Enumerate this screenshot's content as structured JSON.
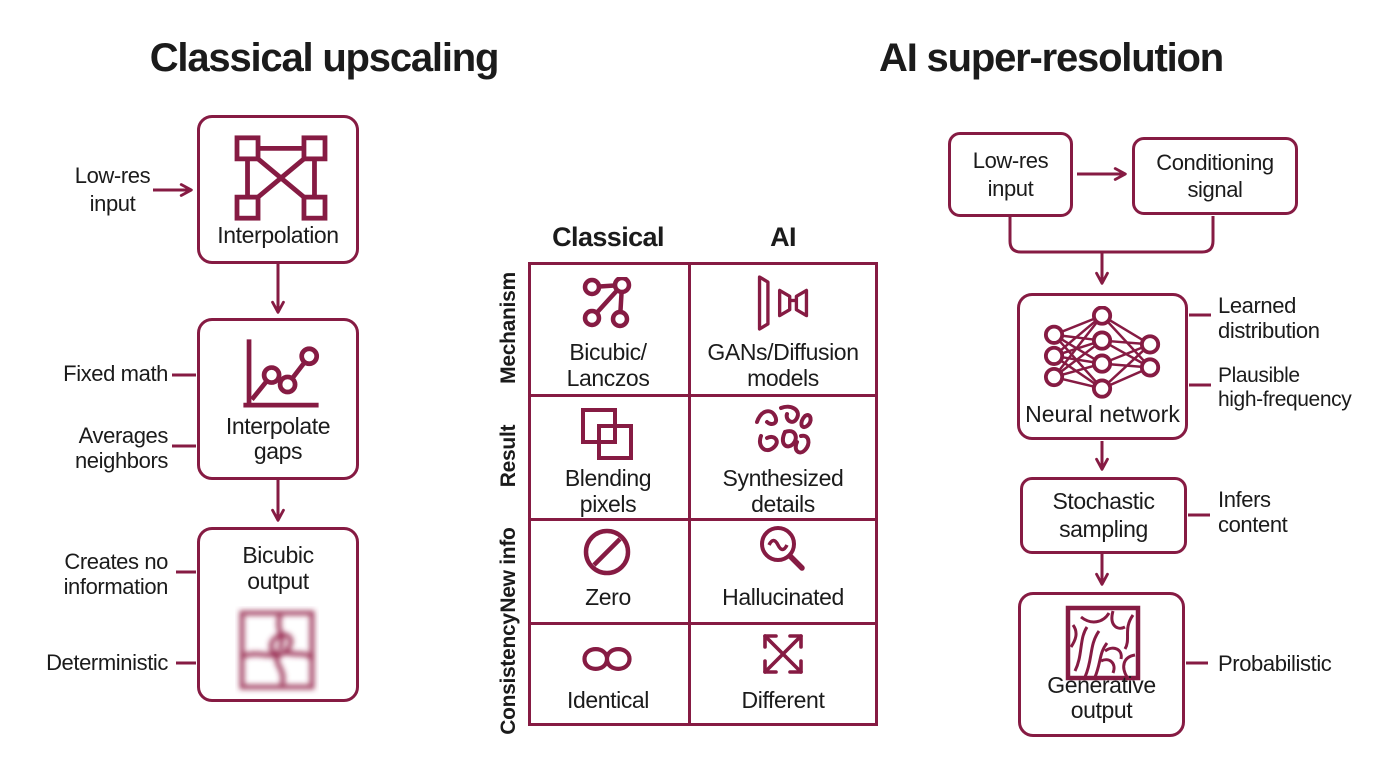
{
  "colors": {
    "accent": "#861b43",
    "text": "#1b1b1b",
    "background": "#ffffff"
  },
  "left_flow": {
    "title": "Classical upscaling",
    "input_label": "Low-res\ninput",
    "interpolation_label": "Interpolation",
    "interpolate_gaps_label": "Interpolate\ngaps",
    "bicubic_output_label": "Bicubic\noutput",
    "annotations": {
      "fixed_math": "Fixed math",
      "averages_neighbors": "Averages\nneighbors",
      "creates_no_information": "Creates no\ninformation",
      "deterministic": "Deterministic"
    }
  },
  "table": {
    "col_headers": [
      "Classical",
      "AI"
    ],
    "row_headers": [
      "Mechanism",
      "Result",
      "New info",
      "Consistency"
    ],
    "cells": {
      "mechanism_classical": "Bicubic/\nLanczos",
      "mechanism_ai": "GANs/Diffusion\nmodels",
      "result_classical": "Blending\npixels",
      "result_ai": "Synthesized\ndetails",
      "new_info_classical": "Zero",
      "new_info_ai": "Hallucinated",
      "consistency_classical": "Identical",
      "consistency_ai": "Different"
    }
  },
  "right_flow": {
    "title": "AI super-resolution",
    "low_res_input_label": "Low-res\ninput",
    "conditioning_signal_label": "Conditioning\nsignal",
    "neural_network_label": "Neural network",
    "stochastic_sampling_label": "Stochastic\nsampling",
    "generative_output_label": "Generative\noutput",
    "annotations": {
      "learned_distribution": "Learned\ndistribution",
      "plausible_high_frequency": "Plausible\nhigh-frequency",
      "infers_content": "Infers\ncontent",
      "probabilistic": "Probabilistic"
    }
  }
}
